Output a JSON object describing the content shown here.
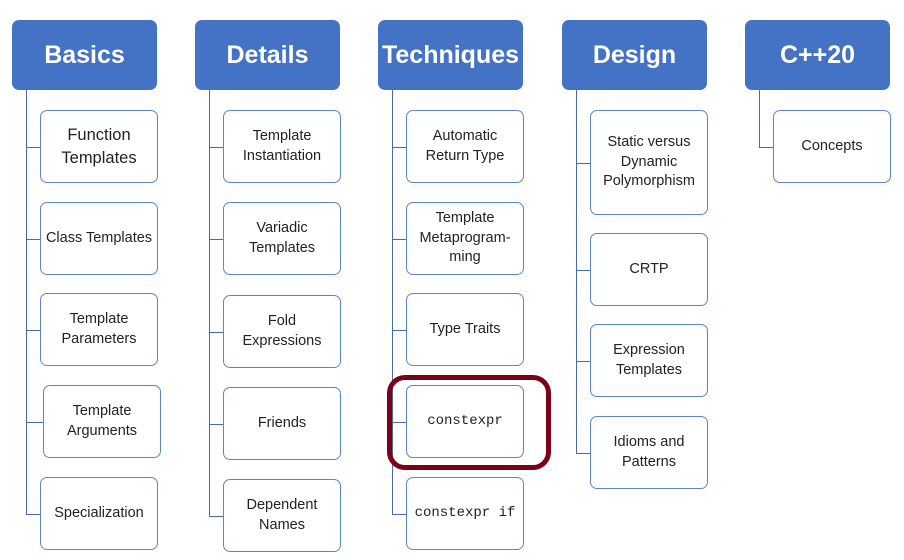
{
  "columns": [
    {
      "title": "Basics",
      "items": [
        "Function Templates",
        "Class Templates",
        "Template Parameters",
        "Template Arguments",
        "Specialization"
      ]
    },
    {
      "title": "Details",
      "items": [
        "Template Instantiation",
        "Variadic Templates",
        "Fold Expressions",
        "Friends",
        "Dependent Names"
      ]
    },
    {
      "title": "Techniques",
      "items": [
        "Automatic Return Type",
        "Template Metaprogram-ming",
        "Type Traits",
        "constexpr",
        "constexpr if"
      ]
    },
    {
      "title": "Design",
      "items": [
        "Static versus Dynamic Polymorphism",
        "CRTP",
        "Expression Templates",
        "Idioms and Patterns"
      ]
    },
    {
      "title": "C++20",
      "items": [
        "Concepts"
      ]
    }
  ],
  "highlighted_item": "constexpr",
  "colors": {
    "header": "#4472c4",
    "highlight": "#7d0019",
    "border": "#5b85cc"
  }
}
